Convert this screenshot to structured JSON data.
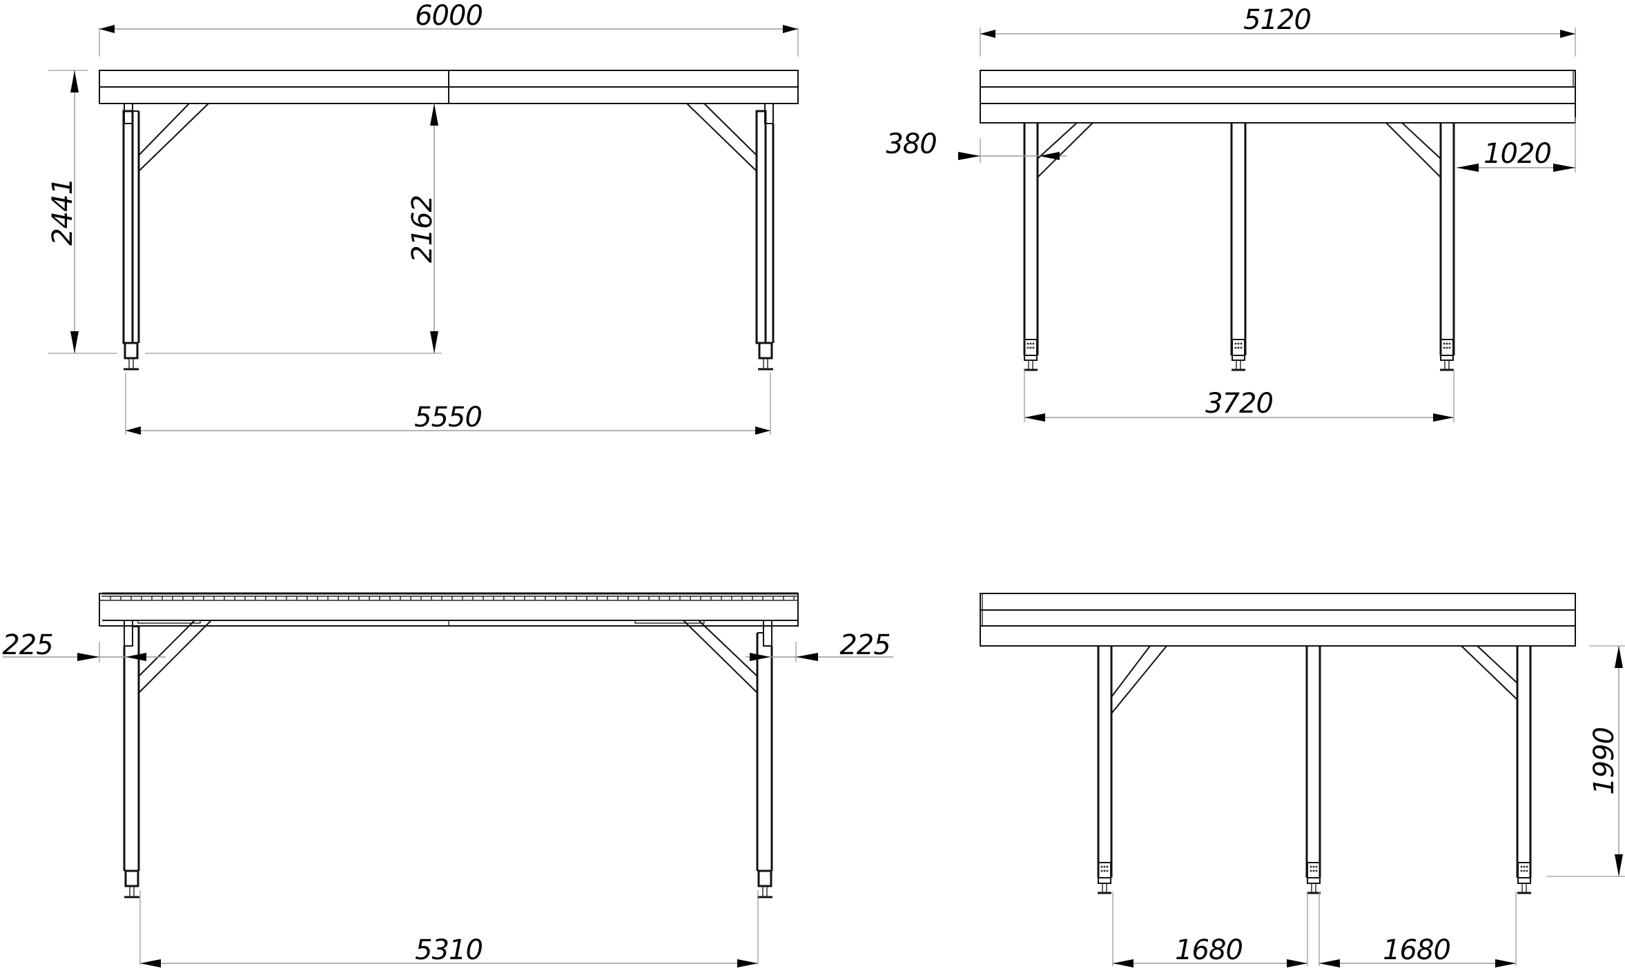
{
  "drawing": {
    "type": "orthographic technical drawing",
    "units": "mm",
    "line_color": "#111111",
    "dimension_line_color": "#9a9a9a",
    "views": [
      {
        "name": "front-view-top-left",
        "description": "Long side, two legs with diagonal braces, top beam split in middle",
        "dimensions": {
          "overall_length": "6000",
          "overall_height": "2441",
          "clear_height_under_beam": "2162",
          "leg_span": "5550"
        }
      },
      {
        "name": "side-view-top-right",
        "description": "Short side, three legs, braces on outer legs",
        "dimensions": {
          "overall_length": "5120",
          "left_overhang": "380",
          "right_overhang": "1020",
          "leg_span": "3720"
        }
      },
      {
        "name": "front-view-bottom-left",
        "description": "Long side with slatted top deck",
        "dimensions": {
          "left_offset": "225",
          "right_offset": "225",
          "leg_span": "5310"
        }
      },
      {
        "name": "side-view-bottom-right",
        "description": "Short side, three evenly spaced legs",
        "dimensions": {
          "leg_height": "1990",
          "left_leg_spacing": "1680",
          "right_leg_spacing": "1680"
        }
      }
    ]
  }
}
